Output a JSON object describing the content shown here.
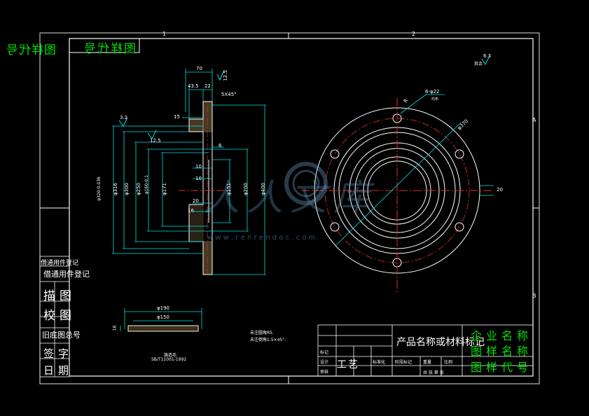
{
  "drawing": {
    "mirror_title": "图样代号",
    "zone_labels": [
      "1",
      "2",
      "A",
      "B"
    ],
    "side_table": [
      "借通用件登记",
      "借通用件登记",
      "描图",
      "校图",
      "旧底图总号",
      "签字",
      "日期"
    ],
    "title_block": {
      "product_name": "产品名称或材料标记",
      "company": "企业名称",
      "drawing_name": "图样名称",
      "drawing_code": "图样代号",
      "row_label_1": "标记",
      "row_label_2": "设计",
      "row_label_3": "审核",
      "row_label_4": "工艺",
      "row_label_5": "标准化",
      "stage_label": "阶段标记",
      "weight_label": "重量",
      "ratio_label": "比例",
      "sheet_label": "共 张 第 张"
    },
    "notes": [
      "未注圆角R5.",
      "未注倒角1.5×45°."
    ],
    "tech_note": [
      "铸造毛",
      "SB/T11001-1992"
    ],
    "side_dims": {
      "w70": "70",
      "w43_5": "43.5",
      "w22": "22",
      "r12_5": "12.5",
      "chamfer": "5X45°",
      "d15": "15",
      "r3_2": "3.2",
      "r12_5b": "12.5",
      "d6": "6",
      "d10a": "10",
      "d10b": "10",
      "d20": "20",
      "d16": "16",
      "d316": "φ316",
      "d300": "φ300",
      "d250": "φ250",
      "d160": "φ160",
      "d171": "φ171",
      "d151": "φ151",
      "d200": "φ200",
      "d400": "φ400",
      "tol_left": "φ320-0.036",
      "tol_left2": "φ160-0.1",
      "d190": "φ190",
      "d150": "φ150",
      "d18": "18"
    },
    "front_dims": {
      "holes": "6-φ22",
      "angle": "均布",
      "pcd": "φ370",
      "r": "R",
      "d20": "20",
      "roughness_top": "6.3",
      "roughness_label": "其余"
    },
    "watermark": "人人文库",
    "watermark_url": "w w w . r e n r e n d o c . c o m"
  }
}
